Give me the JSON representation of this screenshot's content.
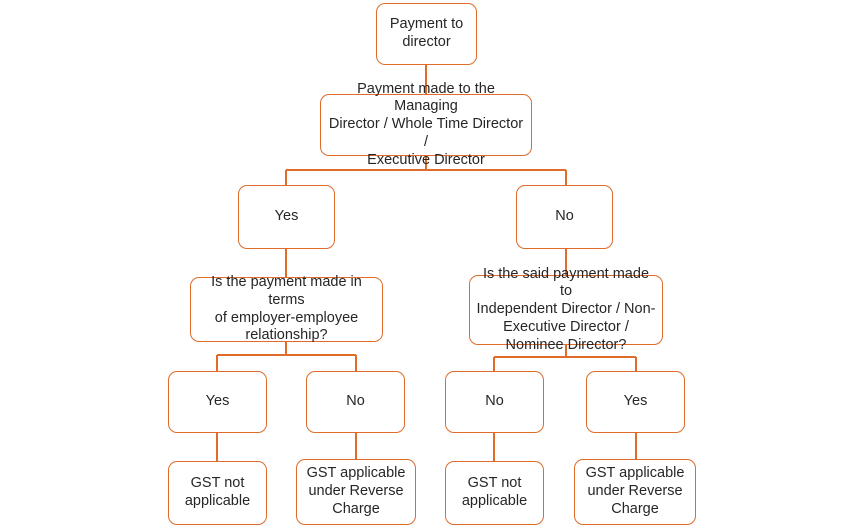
{
  "diagram": {
    "title": "Payment to director - GST applicability decision flowchart",
    "accent_color": "#DF6C2B",
    "text_color": "#262626",
    "background_color": "#FFFFFF",
    "nodes": {
      "root": {
        "label": "Payment to\ndirector"
      },
      "q1": {
        "label": "Payment made to the Managing\nDirector / Whole Time Director /\nExecutive Director"
      },
      "q1_yes": {
        "label": "Yes"
      },
      "q1_no": {
        "label": "No"
      },
      "q2_left": {
        "label": "Is the payment made in terms\nof employer-employee\nrelationship?"
      },
      "q2_right": {
        "label": "Is the said payment made to\nIndependent Director / Non-\nExecutive Director /\nNominee Director?"
      },
      "q2_left_yes": {
        "label": "Yes"
      },
      "q2_left_no": {
        "label": "No"
      },
      "q2_right_no": {
        "label": "No"
      },
      "q2_right_yes": {
        "label": "Yes"
      },
      "outcome_1": {
        "label": "GST not\napplicable"
      },
      "outcome_2": {
        "label": "GST applicable\nunder Reverse\nCharge"
      },
      "outcome_3": {
        "label": "GST not\napplicable"
      },
      "outcome_4": {
        "label": "GST applicable\nunder Reverse\nCharge"
      }
    }
  }
}
